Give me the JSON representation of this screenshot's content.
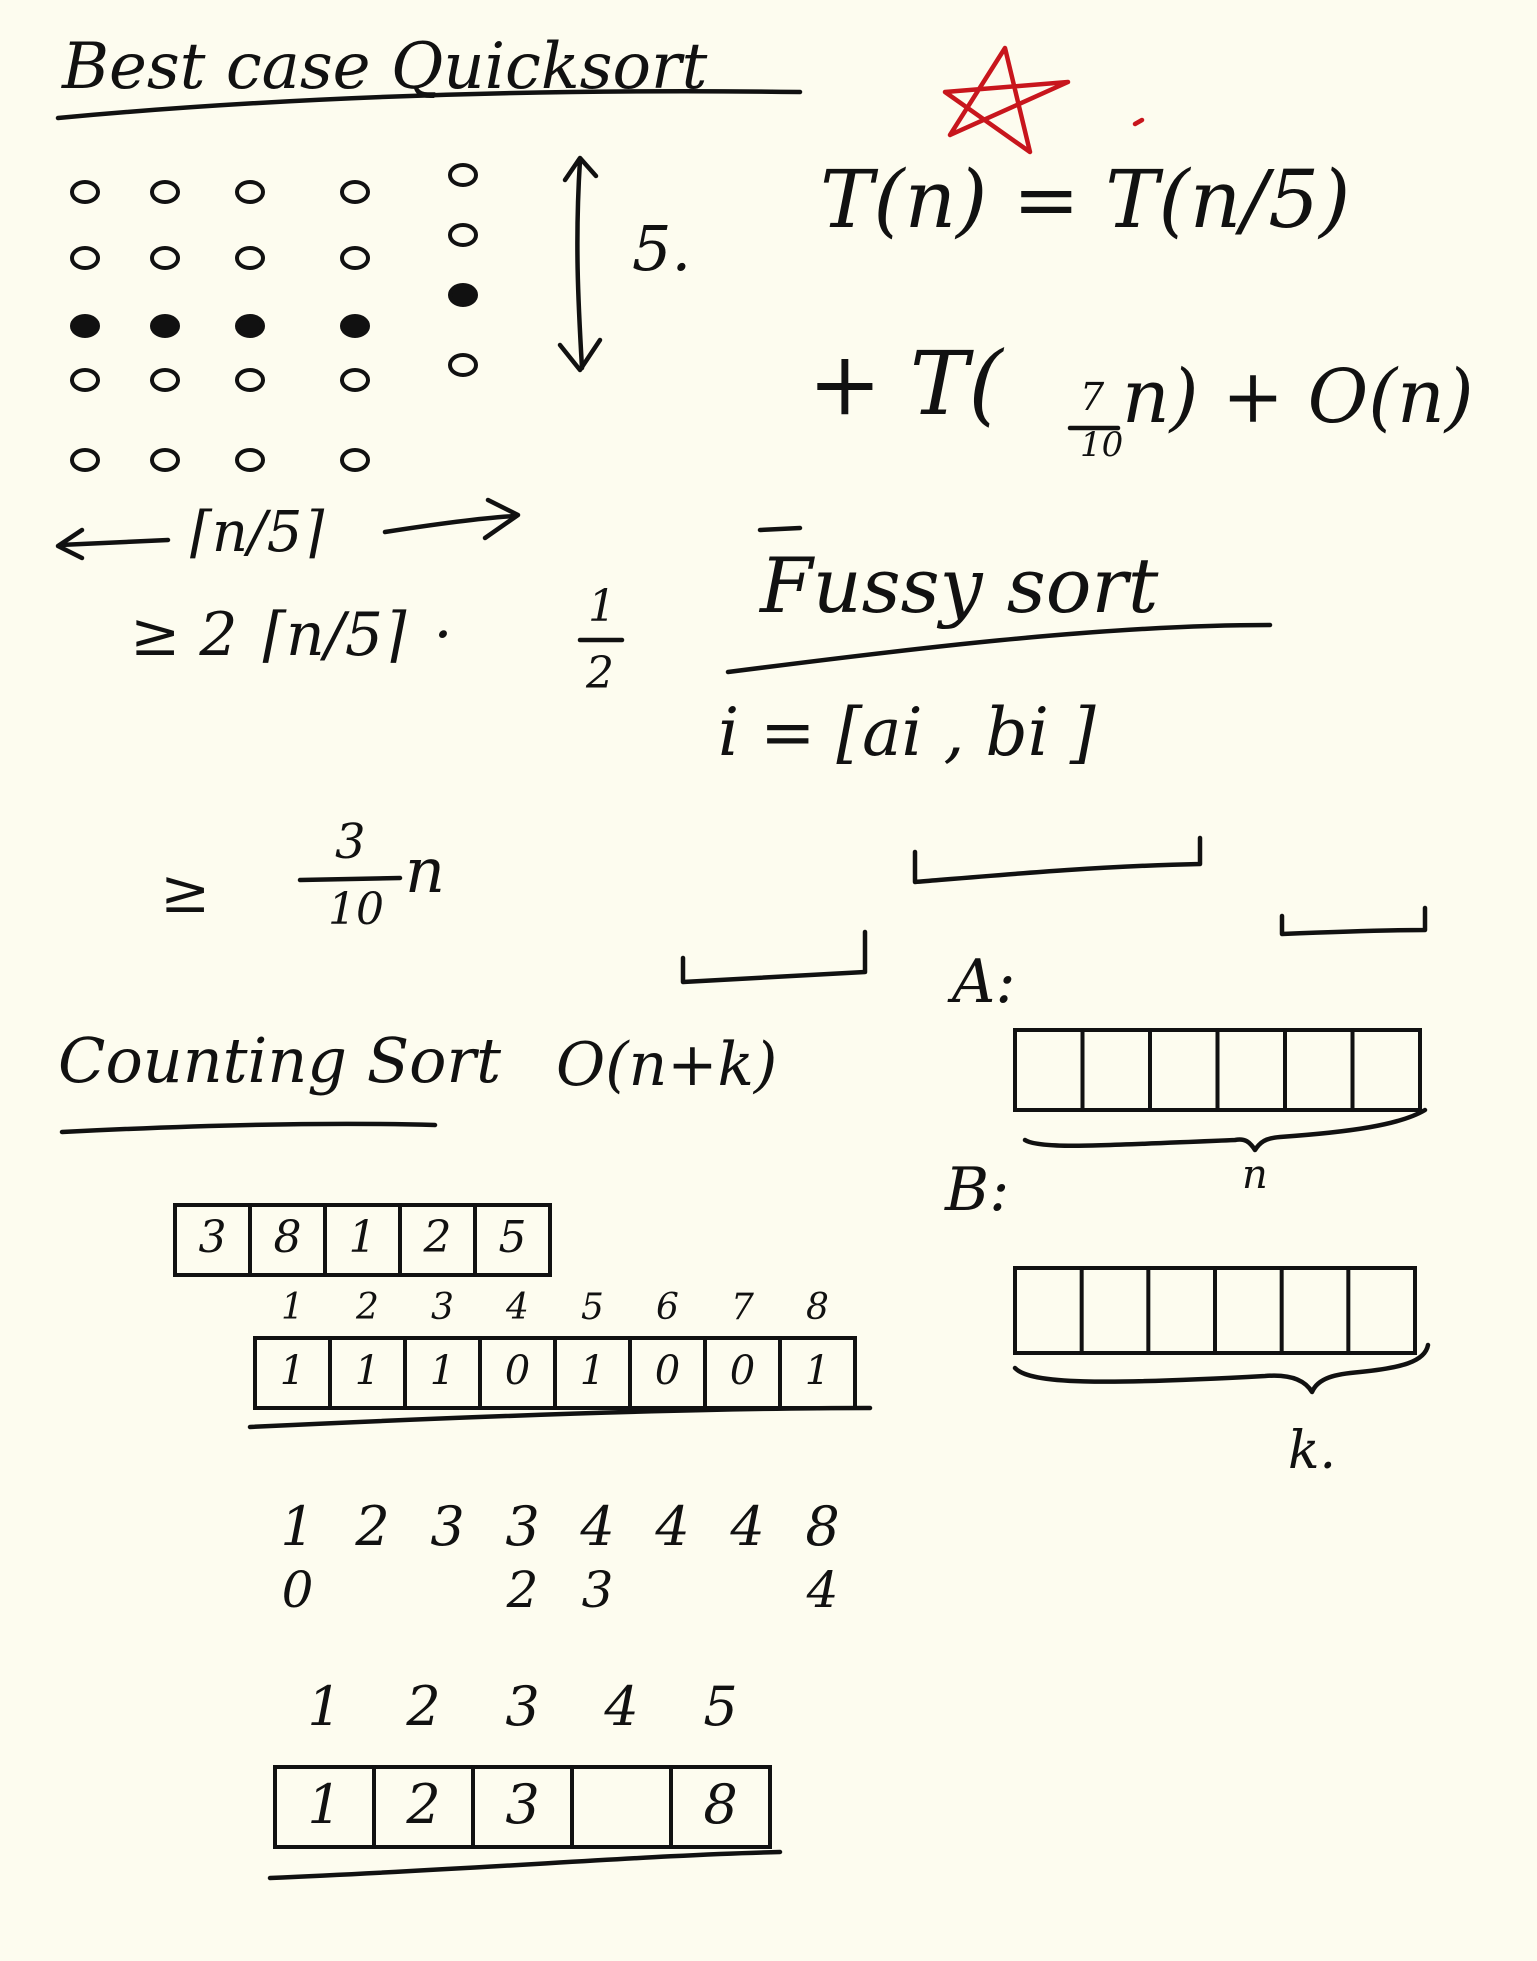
{
  "colors": {
    "ink": "#111111",
    "accent": "#c8161d",
    "paper": "#fdfcef"
  },
  "quicksort": {
    "title": "Best case Quicksort",
    "height_label": "5.",
    "width_label": "⌈n/5⌉",
    "ineq1_prefix": "≥ 2",
    "ineq1_ceil": "⌈n/5⌉",
    "frac_half_num": "1",
    "frac_half_den": "2",
    "ineq2_prefix": "≥",
    "frac_n_num": "3",
    "frac_n_den": "10",
    "frac_n_var": "n"
  },
  "recurrence": {
    "star_icon": "star-icon",
    "line1": "T(n) =  T(n/5)",
    "line2_start": "+ T(",
    "frac_num": "7",
    "frac_den": "10",
    "line2_end": "n) + O(n)"
  },
  "fussy": {
    "title": "Fussy sort",
    "interval": "i = [ai , bi ]",
    "a_label": "A:",
    "b_label": "B:",
    "n_label": "n",
    "k_label": "k."
  },
  "counting": {
    "title": "Counting Sort",
    "complexity": "O(n+k)",
    "input": [
      "3",
      "8",
      "1",
      "2",
      "5"
    ],
    "index_header": [
      "1",
      "2",
      "3",
      "4",
      "5",
      "6",
      "7",
      "8"
    ],
    "bits": [
      "1",
      "1",
      "1",
      "0",
      "1",
      "0",
      "0",
      "1"
    ],
    "prefix_row": [
      "1",
      "2",
      "3",
      "3",
      "4",
      "4",
      "4",
      "8"
    ],
    "sub_row": [
      "0",
      "",
      "",
      "2",
      "3",
      "",
      "",
      "4"
    ],
    "pos_header": [
      "1",
      "2",
      "3",
      "4",
      "5"
    ],
    "output": [
      "1",
      "2",
      "3",
      "",
      "8"
    ]
  }
}
